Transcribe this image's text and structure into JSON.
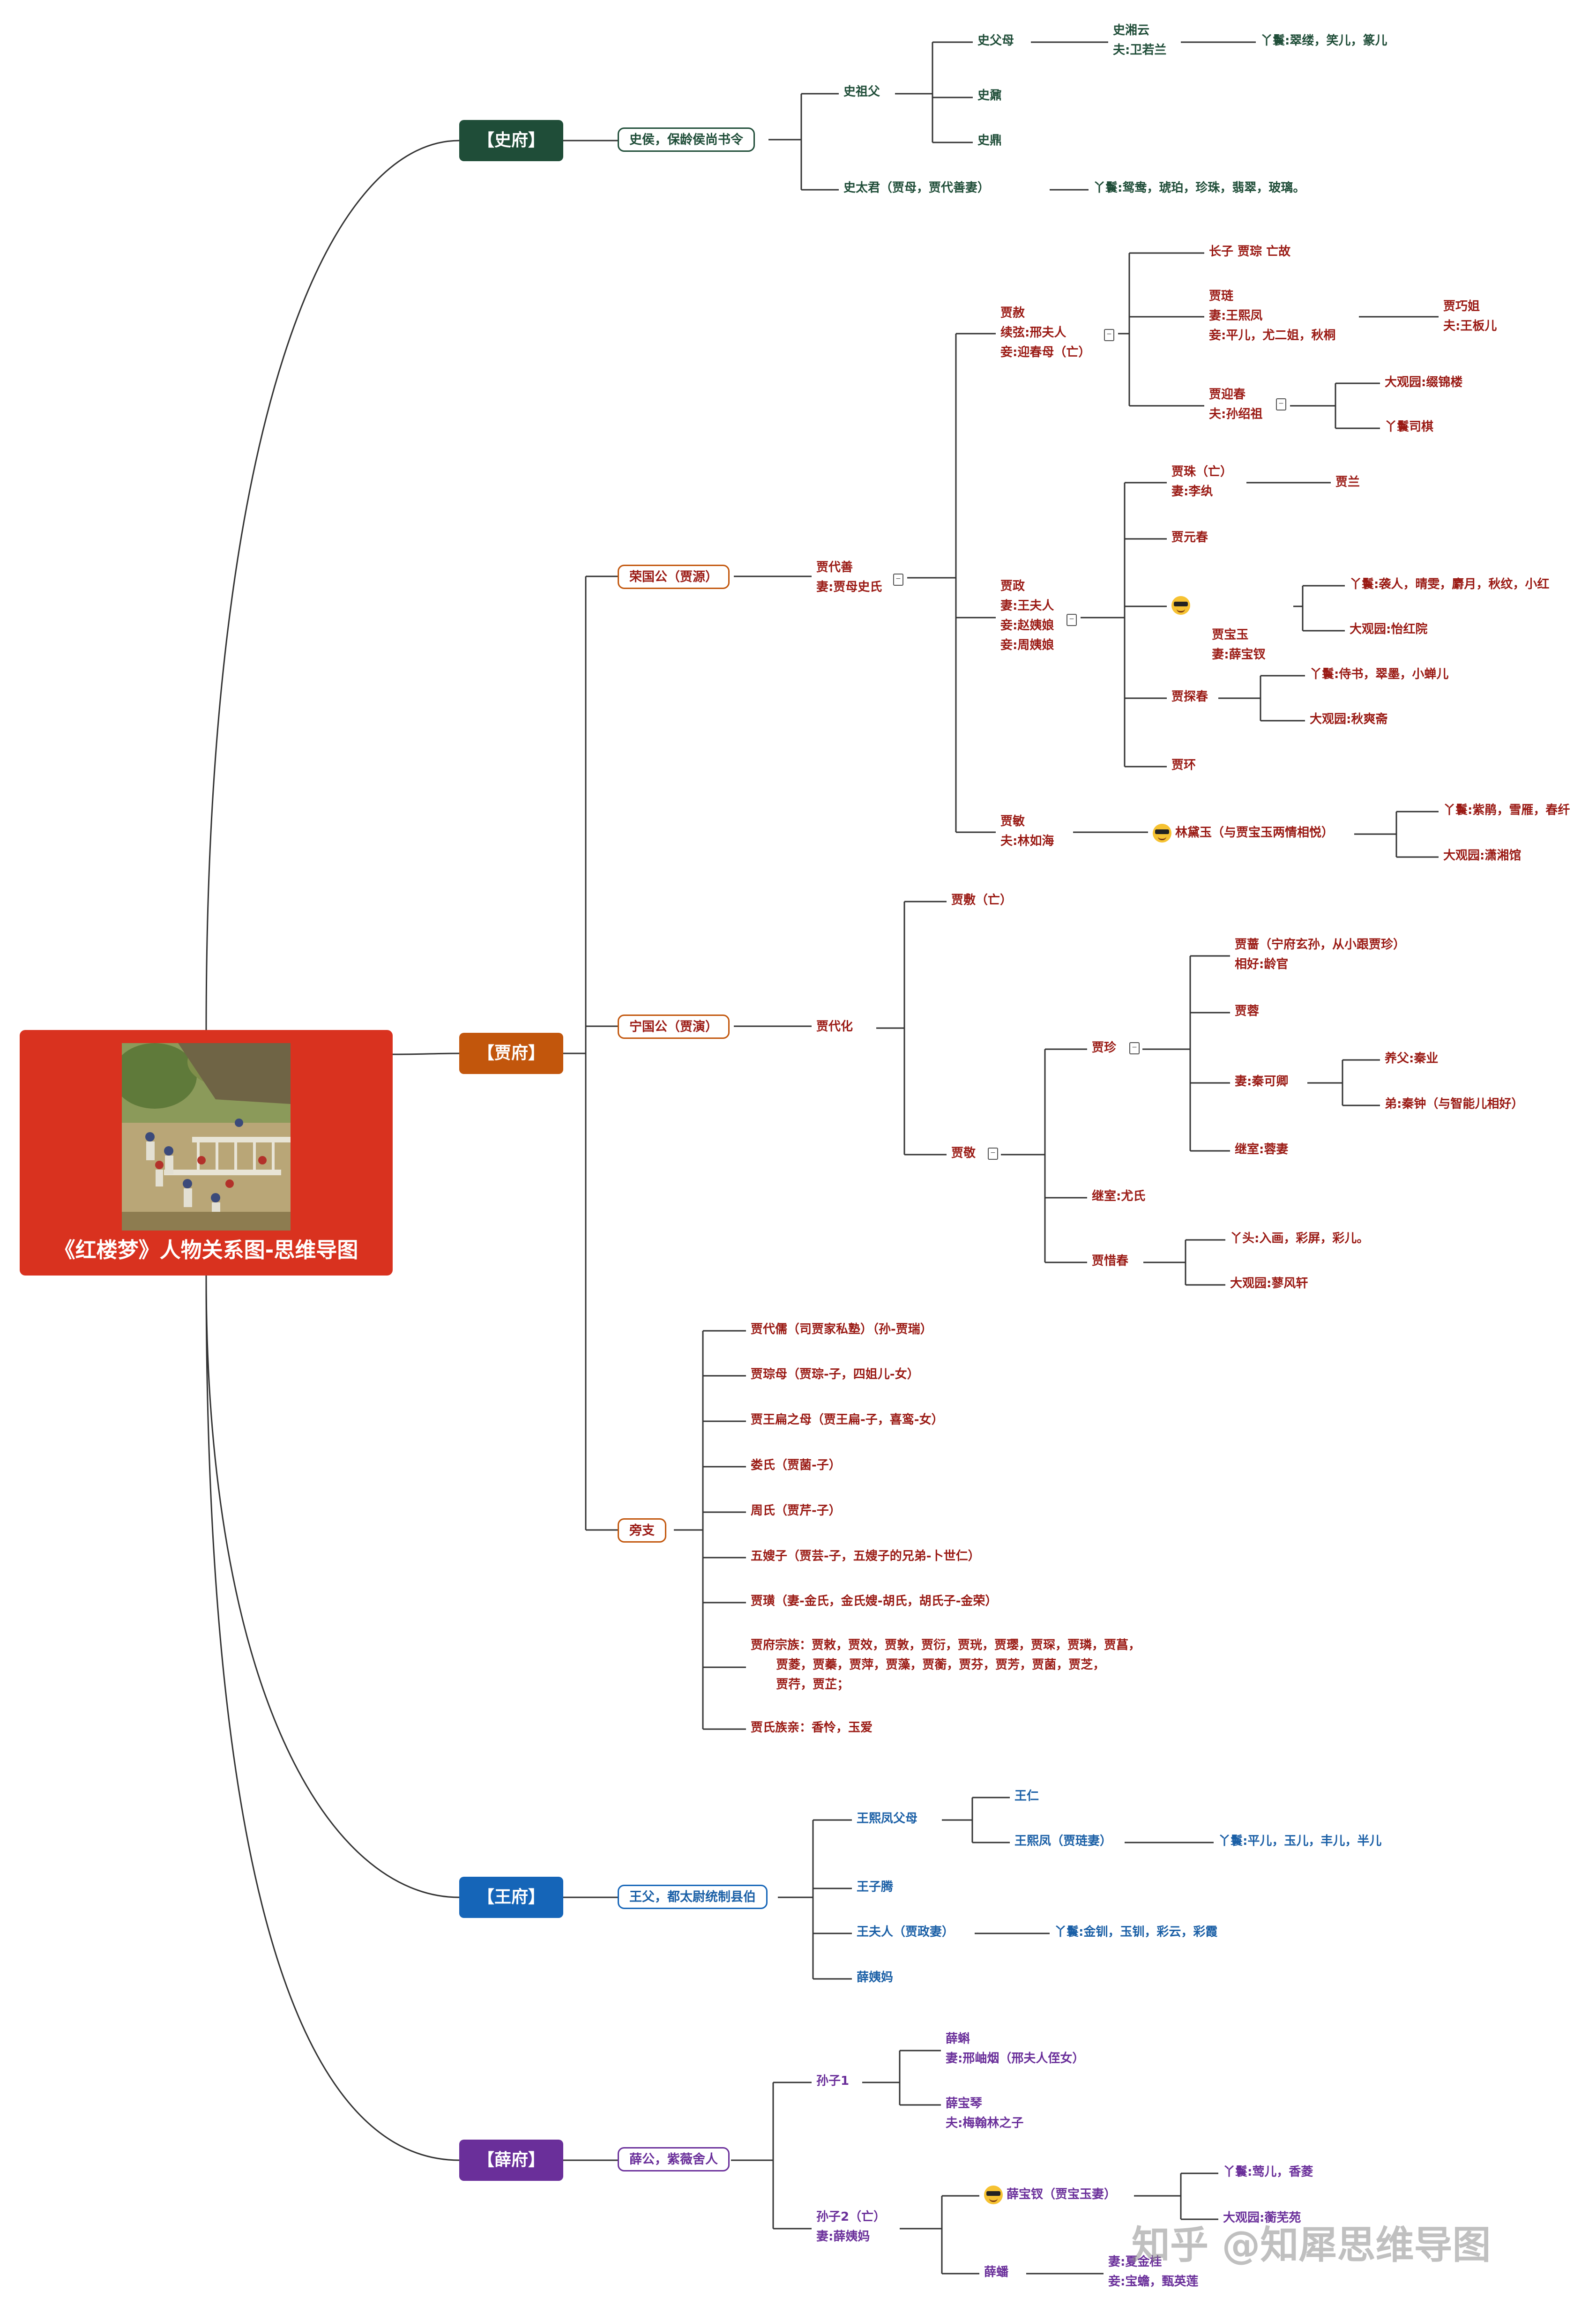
{
  "title": "《红楼梦》人物关系图-思维导图",
  "watermark": "知乎 @知犀思维导图",
  "colors": {
    "shi": "#1f4d38",
    "jia": "#c2560c",
    "wang": "#1565b8",
    "xue": "#6a2f9a",
    "root": "#d9321f"
  },
  "branches": {
    "shi": {
      "label": "【史府】",
      "head": "史侯，保龄侯尚书令",
      "shizufu": "史祖父",
      "shifumu": "史父母",
      "xiangyun": "史湘云\n夫:卫若兰",
      "xiangyun_maids": "丫鬟:翠缕，笑儿，篆儿",
      "shinai": "史鼐",
      "shiding": "史鼎",
      "taijun": "史太君（贾母，贾代善妻）",
      "taijun_maids": "丫鬟:鸳鸯，琥珀，珍珠，翡翠，玻璃。"
    },
    "jia": {
      "label": "【贾府】",
      "rongguo": "荣国公（贾源）",
      "daishan": "贾代善\n妻:贾母史氏",
      "jiashe": "贾赦\n续弦:邢夫人\n妾:迎春母（亡）",
      "jiacong": "长子 贾琮 亡故",
      "jialian": "贾琏\n妻:王熙凤\n妾:平儿，尤二姐，秋桐",
      "qiaojie": "贾巧姐\n夫:王板儿",
      "yingchun": "贾迎春\n夫:孙绍祖",
      "yingchun_yard": "大观园:缀锦楼",
      "yingchun_maid": "丫鬟司棋",
      "jiazheng": "贾政\n妻:王夫人\n妾:赵姨娘\n妾:周姨娘",
      "jiazhu": "贾珠（亡）\n妻:李纨",
      "jialan": "贾兰",
      "yuanchun": "贾元春",
      "baoyu": "贾宝玉\n妻:薛宝钗",
      "baoyu_maids": "丫鬟:袭人，晴雯，麝月，秋纹，小红",
      "baoyu_yard": "大观园:怡红院",
      "tanchun": "贾探春",
      "tanchun_maids": "丫鬟:侍书，翠墨，小蝉儿",
      "tanchun_yard": "大观园:秋爽斋",
      "jiahuan": "贾环",
      "jiamin": "贾敏\n夫:林如海",
      "daiyu": "林黛玉（与贾宝玉两情相悦）",
      "daiyu_maids": "丫鬟:紫鹃，雪雁，春纤",
      "daiyu_yard": "大观园:潇湘馆",
      "ningguo": "宁国公（贾演）",
      "daihua": "贾代化",
      "jiafu": "贾敷（亡）",
      "jiajing": "贾敬",
      "jiazhen": "贾珍",
      "jiaqiang": "贾蔷（宁府玄孙，从小跟贾珍）\n相好:龄官",
      "jiarong": "贾蓉",
      "keqing": "妻:秦可卿",
      "keqing_father": "养父:秦业",
      "keqing_brother": "弟:秦钟（与智能儿相好）",
      "xushi": "继室:蓉妻",
      "youshi": "继室:尤氏",
      "xichun": "贾惜春",
      "xichun_maids": "丫头:入画，彩屏，彩儿。",
      "xichun_yard": "大观园:蓼风轩",
      "pangzhi": "旁支",
      "side": [
        "贾代儒（司贾家私塾）（孙-贾瑞）",
        "贾琮母（贾琮-子，四姐儿-女）",
        "贾王扁之母（贾王扁-子，喜鸾-女）",
        "娄氏（贾菌-子）",
        "周氏（贾芹-子）",
        "五嫂子（贾芸-子，五嫂子的兄弟-卜世仁）",
        "贾璜（妻-金氏，金氏嫂-胡氏，胡氏子-金荣）",
        "贾府宗族：贾敕，贾效，贾敦，贾衍，贾珖，贾璎，贾琛，贾璘，贾菖，\n      贾菱，贾蓁，贾萍，贾藻，贾蘅，贾芬，贾芳，贾菌，贾芝，\n      贾荇，贾芷；",
        "贾氏族亲：香怜，玉爱"
      ]
    },
    "wang": {
      "label": "【王府】",
      "head": "王父，都太尉统制县伯",
      "xifeng_parents": "王熙凤父母",
      "wangren": "王仁",
      "xifeng": "王熙凤（贾琏妻）",
      "xifeng_maids": "丫鬟:平儿，玉儿，丰儿，半儿",
      "ziteng": "王子腾",
      "wangfuren": "王夫人（贾政妻）",
      "wangfuren_maids": "丫鬟:金钏，玉钏，彩云，彩霞",
      "xueyima": "薛姨妈"
    },
    "xue": {
      "label": "【薛府】",
      "head": "薛公，紫薇舍人",
      "sunzi1": "孙子1",
      "xueke": "薛蝌\n妻:邢岫烟（邢夫人侄女）",
      "baoqin": "薛宝琴\n夫:梅翰林之子",
      "sunzi2": "孙子2（亡）\n妻:薛姨妈",
      "baochai": "薛宝钗（贾宝玉妻）",
      "baochai_maids": "丫鬟:莺儿，香菱",
      "baochai_yard": "大观园:蘅芜苑",
      "xuepan": "薛蟠",
      "xuepan_wives": "妻:夏金桂\n妾:宝蟾，甄英莲"
    }
  }
}
